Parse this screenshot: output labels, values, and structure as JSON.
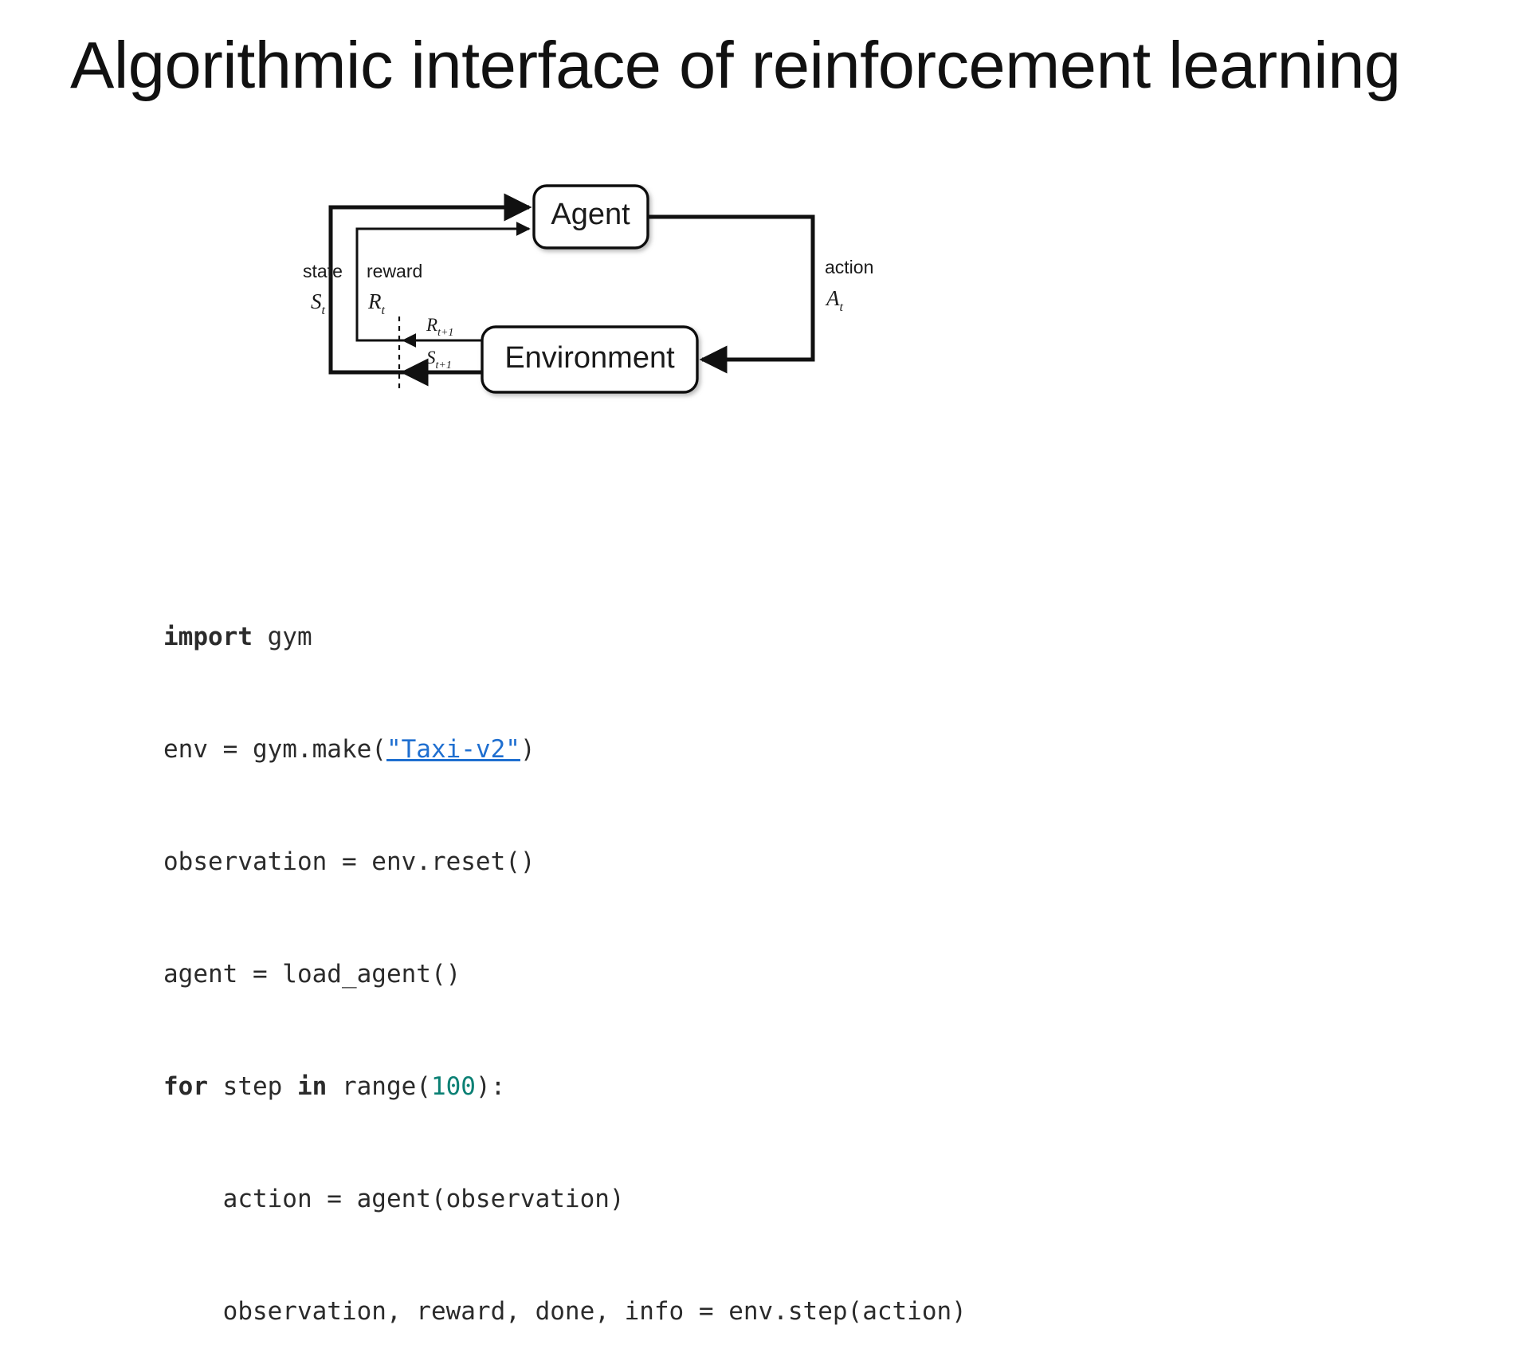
{
  "slide": {
    "title": "Algorithmic interface of reinforcement learning",
    "background_color": "#ffffff"
  },
  "diagram": {
    "name": "agent-environment-interaction-loop",
    "nodes": [
      {
        "id": "agent",
        "label": "Agent"
      },
      {
        "id": "environment",
        "label": "Environment"
      }
    ],
    "edge_labels": {
      "state_word": "state",
      "state_symbol": "S",
      "state_subscript": "t",
      "reward_word": "reward",
      "reward_symbol": "R",
      "reward_subscript": "t",
      "action_word": "action",
      "action_symbol": "A",
      "action_subscript": "t",
      "next_reward_symbol": "R",
      "next_reward_subscript": "t+1",
      "next_state_symbol": "S",
      "next_state_subscript": "t+1"
    },
    "line_color": "#111111",
    "box_fill": "#ffffff"
  },
  "code": {
    "language": "python",
    "colors": {
      "text": "#2b2b2b",
      "keyword": "#2b2b2b",
      "string_link": "#1f6fd0",
      "number": "#0b8074"
    },
    "lines": [
      {
        "id": "line-1",
        "tokens": [
          {
            "type": "kw",
            "text": "import"
          },
          {
            "type": "plain",
            "text": " gym"
          }
        ]
      },
      {
        "id": "line-2",
        "tokens": [
          {
            "type": "plain",
            "text": "env = gym.make("
          },
          {
            "type": "str-link",
            "text": "\"Taxi-v2\""
          },
          {
            "type": "plain",
            "text": ")"
          }
        ]
      },
      {
        "id": "line-3",
        "tokens": [
          {
            "type": "plain",
            "text": "observation = env.reset()"
          }
        ]
      },
      {
        "id": "line-4",
        "tokens": [
          {
            "type": "plain",
            "text": "agent = load_agent()"
          }
        ]
      },
      {
        "id": "line-5",
        "tokens": [
          {
            "type": "kw",
            "text": "for"
          },
          {
            "type": "plain",
            "text": " step "
          },
          {
            "type": "kw",
            "text": "in"
          },
          {
            "type": "plain",
            "text": " range("
          },
          {
            "type": "num",
            "text": "100"
          },
          {
            "type": "plain",
            "text": "):"
          }
        ]
      },
      {
        "id": "line-6",
        "tokens": [
          {
            "type": "plain",
            "text": "    action = agent(observation)"
          }
        ]
      },
      {
        "id": "line-7",
        "tokens": [
          {
            "type": "plain",
            "text": "    observation, reward, done, info = env.step(action)"
          }
        ]
      }
    ]
  }
}
